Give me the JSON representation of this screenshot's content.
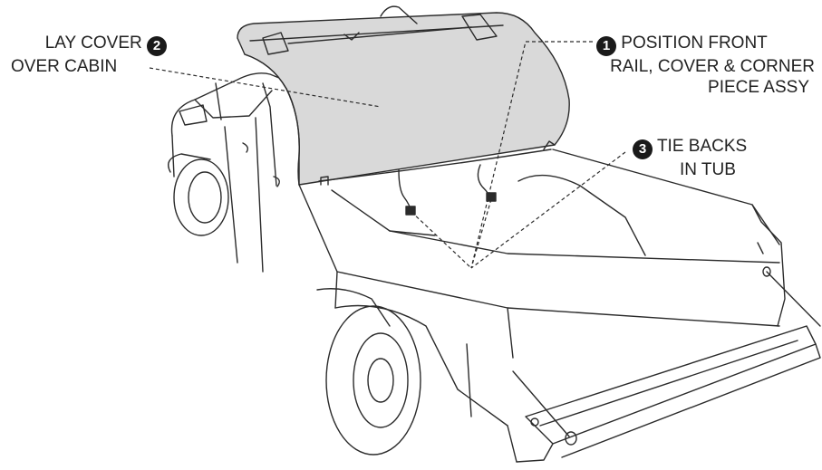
{
  "callouts": [
    {
      "number": "2",
      "lines": [
        "LAY COVER",
        "OVER CABIN"
      ]
    },
    {
      "number": "1",
      "lines": [
        "POSITION FRONT",
        "RAIL, COVER & CORNER",
        "PIECE ASSY"
      ]
    },
    {
      "number": "3",
      "lines": [
        "TIE BACKS",
        "IN TUB"
      ]
    }
  ],
  "colors": {
    "line": "#2b2b2b",
    "cover_fill": "#d9d9d9",
    "badge": "#1a1a1a",
    "background": "#ffffff"
  }
}
